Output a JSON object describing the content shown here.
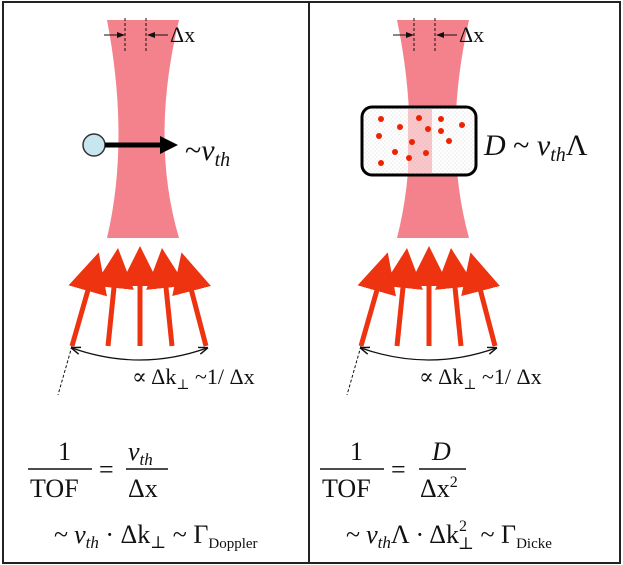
{
  "panels": [
    {
      "id": "left",
      "beam_width_label": "Δx",
      "particle_label_prefix": "~",
      "particle_label_v": "v",
      "particle_label_sub": "th",
      "arc_label": "∝ Δk",
      "arc_label_sub": "⊥",
      "arc_label_tail": " ~1/ Δx",
      "eq_numerator": "1",
      "eq_denominator": "TOF",
      "eq_equals": "=",
      "eq_rhs_numerator_v": "v",
      "eq_rhs_numerator_sub": "th",
      "eq_rhs_denominator": "Δx",
      "eq_line2_tilde": "~",
      "eq_line2_v": "v",
      "eq_line2_sub": "th",
      "eq_line2_mid": " · Δk",
      "eq_line2_perp": "⊥",
      "eq_line2_tilde2": " ~ Γ",
      "eq_line2_gamma_sub": "Doppler"
    },
    {
      "id": "right",
      "beam_width_label": "Δx",
      "box_label_D": "D",
      "box_label_tilde": " ~ ",
      "box_label_v": "v",
      "box_label_sub": "th",
      "box_label_lambda": "Λ",
      "arc_label": "∝ Δk",
      "arc_label_sub": "⊥",
      "arc_label_tail": " ~1/ Δx",
      "eq_numerator": "1",
      "eq_denominator": "TOF",
      "eq_equals": "=",
      "eq_rhs_numerator": "D",
      "eq_rhs_denominator": "Δx",
      "eq_rhs_denominator_sup": "2",
      "eq_line2_tilde": "~",
      "eq_line2_v": "v",
      "eq_line2_sub": "th",
      "eq_line2_mid": "Λ · Δk",
      "eq_line2_sup": "2",
      "eq_line2_perp": "⊥",
      "eq_line2_tilde2": " ~ Γ",
      "eq_line2_gamma_sub": "Dicke"
    }
  ],
  "colors": {
    "beam": "#f4828c",
    "arrow": "#ee3311",
    "particle": "#c8e6ef",
    "dots": "#ee2200",
    "frame": "#222222"
  }
}
